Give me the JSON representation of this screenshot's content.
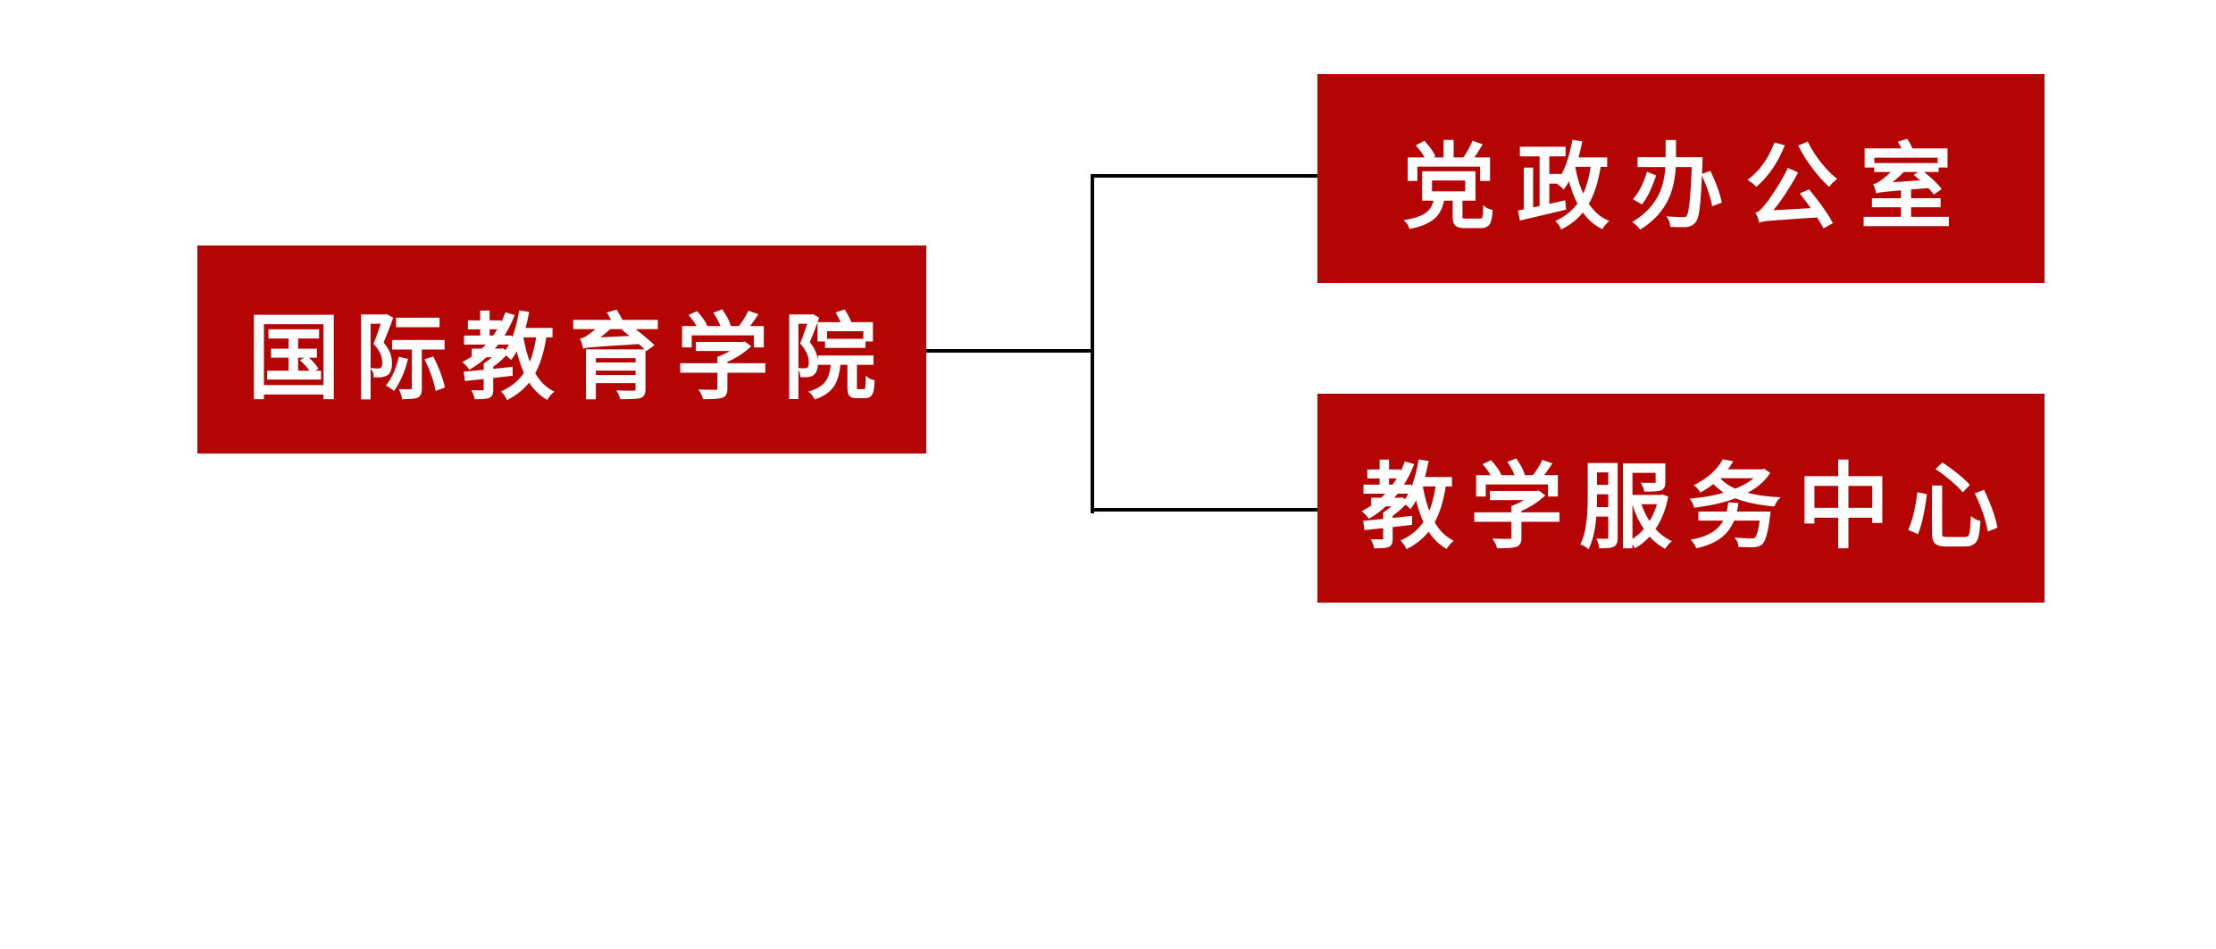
{
  "org_chart": {
    "type": "organizational-chart",
    "root": {
      "label": "国际教育学院"
    },
    "children": [
      {
        "label": "党政办公室"
      },
      {
        "label": "教学服务中心"
      }
    ]
  },
  "colors": {
    "box_fill": "#b40404",
    "box_text": "#ffffff",
    "connector_line": "#000000",
    "background": "#ffffff"
  }
}
